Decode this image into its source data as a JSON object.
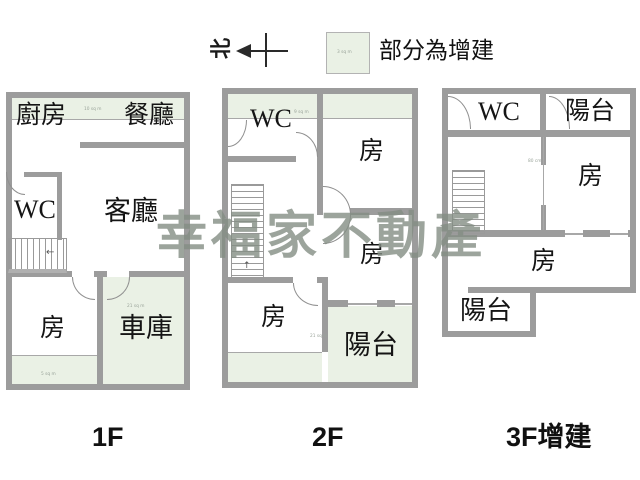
{
  "north": {
    "label": "北"
  },
  "legend": {
    "swatch_area": "3 sq m",
    "label": "部分為增建"
  },
  "watermark": {
    "text": "幸福家不動產"
  },
  "colors": {
    "addition_green": "#eaf1e5",
    "wall_gray": "#9c9c9c",
    "line_gray": "#a8a8a8",
    "watermark": "rgba(131,141,131,0.8)"
  },
  "floors": {
    "f1": {
      "title": "1F",
      "rooms": {
        "kitchen": "廚房",
        "dining": "餐廳",
        "wc": "WC",
        "living": "客廳",
        "bedroom": "房",
        "garage": "車庫"
      },
      "areas": {
        "strip": "10 sq m",
        "garage": "21 sq m",
        "bottom": "5 sq m"
      }
    },
    "f2": {
      "title": "2F",
      "rooms": {
        "wc": "WC",
        "room_top": "房",
        "room_mid": "房",
        "room_bottom": "房",
        "balcony": "陽台"
      },
      "areas": {
        "strip": "9 sq m",
        "balcony": "21 sq m"
      }
    },
    "f3": {
      "title": "3F增建",
      "rooms": {
        "wc": "WC",
        "balcony_top": "陽台",
        "room_right": "房",
        "room_bottom": "房",
        "balcony_bottom": "陽台"
      },
      "dims": {
        "partition": "80 cm"
      }
    }
  }
}
